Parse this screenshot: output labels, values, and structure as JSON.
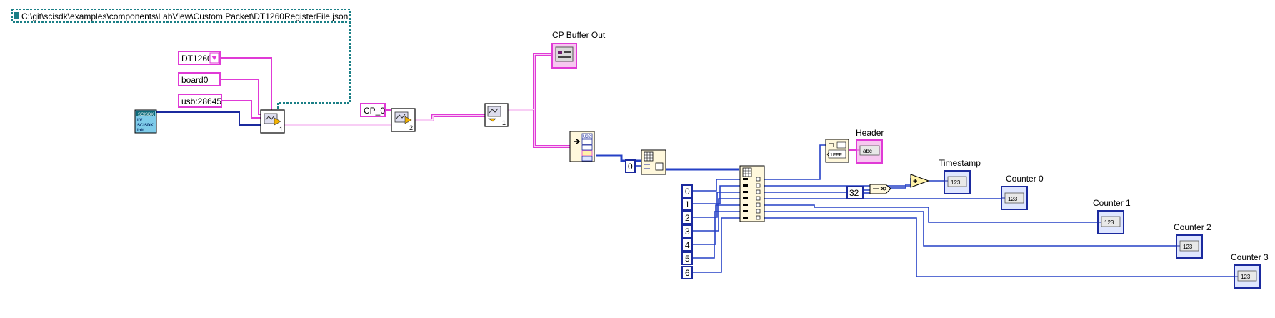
{
  "path_constant": "C:\\git\\scisdk\\examples\\components\\LabView\\Custom Packet\\DT1260RegisterFile.json",
  "constants": {
    "model": "DT1260",
    "board": "board0",
    "usb": "usb:28645",
    "buffer_name": "CP_0",
    "index_zero": "0",
    "shift_amount": "32"
  },
  "index_constants": [
    "0",
    "1",
    "2",
    "3",
    "4",
    "5",
    "6"
  ],
  "indicators": {
    "cp_buffer_out": "CP Buffer Out",
    "header": "Header",
    "timestamp": "Timestamp",
    "counter_0": "Counter 0",
    "counter_1": "Counter 1",
    "counter_2": "Counter 2",
    "counter_3": "Counter 3"
  },
  "glyphs": {
    "numeric_display": "123",
    "string_display": "abc",
    "sdk_logo_line1": "SCISDK",
    "sdk_logo_line2": "LV",
    "sdk_logo_line3": "SCISDK",
    "sdk_logo_line4": "Init",
    "vi_tag_1": "1",
    "vi_tag_2": "2",
    "vi_tag_3": "1",
    "conv_tag_u32": "U32",
    "hex_const": "1FFF",
    "add_symbol": "+"
  }
}
